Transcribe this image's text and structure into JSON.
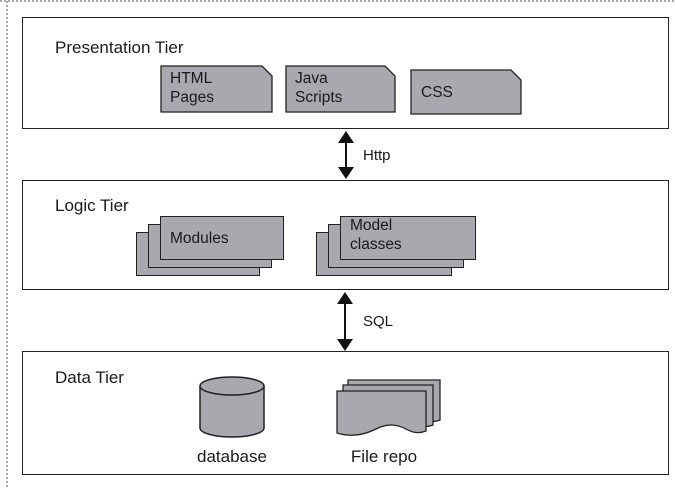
{
  "presentation_tier": {
    "title": "Presentation Tier",
    "items": [
      {
        "label": "HTML\nPages"
      },
      {
        "label": "Java\nScripts"
      },
      {
        "label": "CSS"
      }
    ]
  },
  "connector_1": {
    "label": "Http"
  },
  "logic_tier": {
    "title": "Logic Tier",
    "items": [
      {
        "label": "Modules"
      },
      {
        "label": "Model\nclasses"
      }
    ]
  },
  "connector_2": {
    "label": "SQL"
  },
  "data_tier": {
    "title": "Data Tier",
    "items": [
      {
        "label": "database",
        "icon": "database-icon"
      },
      {
        "label": "File repo",
        "icon": "file-stack-icon"
      }
    ]
  }
}
